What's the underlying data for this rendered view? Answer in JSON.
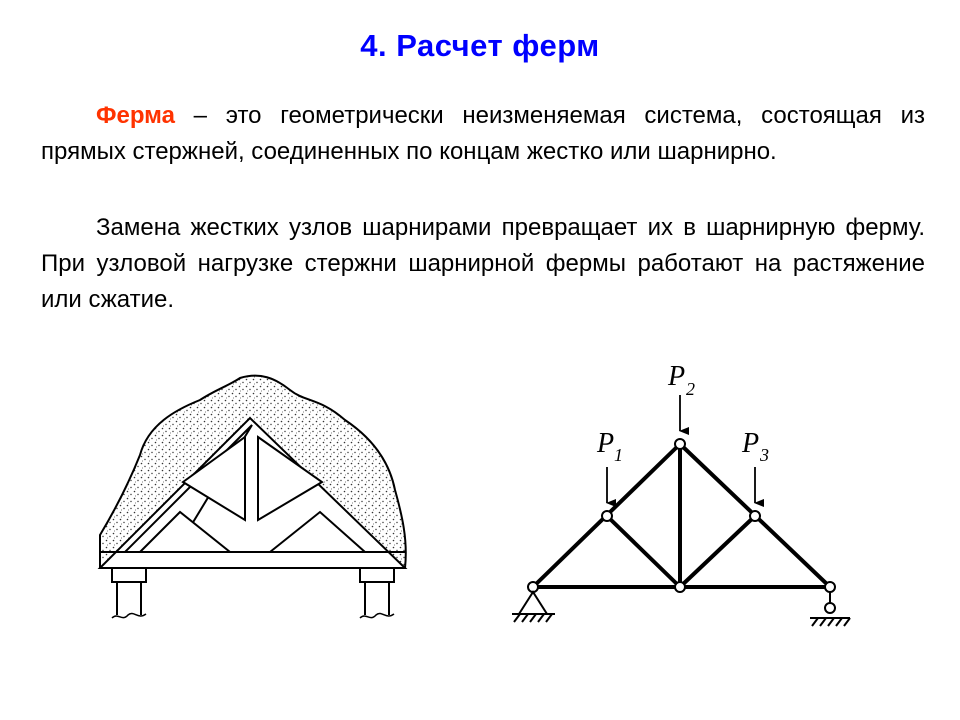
{
  "slide": {
    "title": "4. Расчет  ферм",
    "definition_term": "Ферма",
    "definition_text": " – это геометрически неизменяемая система, состоящая из прямых стержней, соединенных по концам жестко или шарнирно.",
    "paragraph2": "Замена жестких узлов шарнирами превращает их в шарнирную ферму. При узловой нагрузке стержни шарнирной фермы работают на растяжение или сжатие."
  },
  "truss_diagram": {
    "loads": [
      {
        "symbol": "P",
        "index": "1"
      },
      {
        "symbol": "P",
        "index": "2"
      },
      {
        "symbol": "P",
        "index": "3"
      }
    ]
  },
  "colors": {
    "title": "#0000ff",
    "term": "#ff3300",
    "text": "#000000"
  }
}
